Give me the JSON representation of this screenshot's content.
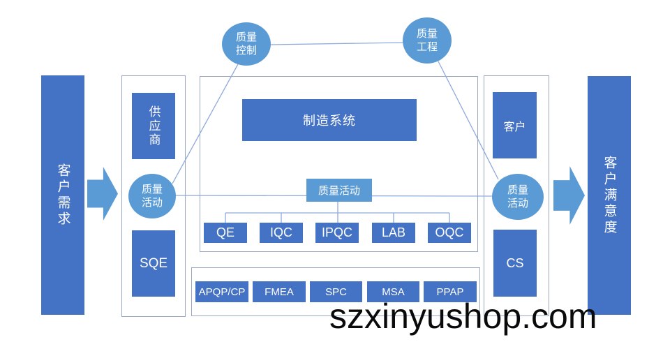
{
  "watermark": {
    "text": "szxinyushop.com"
  },
  "flow": {
    "input_bar": "客户需求",
    "output_bar": "客户满意度"
  },
  "top": {
    "quality_control": "质量控制",
    "quality_engineering": "质量工程"
  },
  "supplier_column": {
    "supplier": "供应商",
    "quality_activity": "质量活动",
    "sqe": "SQE"
  },
  "manufacturing": {
    "system": "制造系统",
    "quality_activity": "质量活动",
    "departments": [
      "QE",
      "IQC",
      "IPQC",
      "LAB",
      "OQC"
    ]
  },
  "quality_tools": [
    "APQP/CP",
    "FMEA",
    "SPC",
    "MSA",
    "PPAP"
  ],
  "customer_column": {
    "customer": "客户",
    "quality_activity": "质量活动",
    "cs": "CS"
  },
  "colors": {
    "box_dark_blue": "#4472C4",
    "shape_light_blue": "#5B9BD5",
    "connector_line": "#8FAADC",
    "frame_border": "#97A7C4",
    "watermark_text": "#0A0A0A"
  }
}
